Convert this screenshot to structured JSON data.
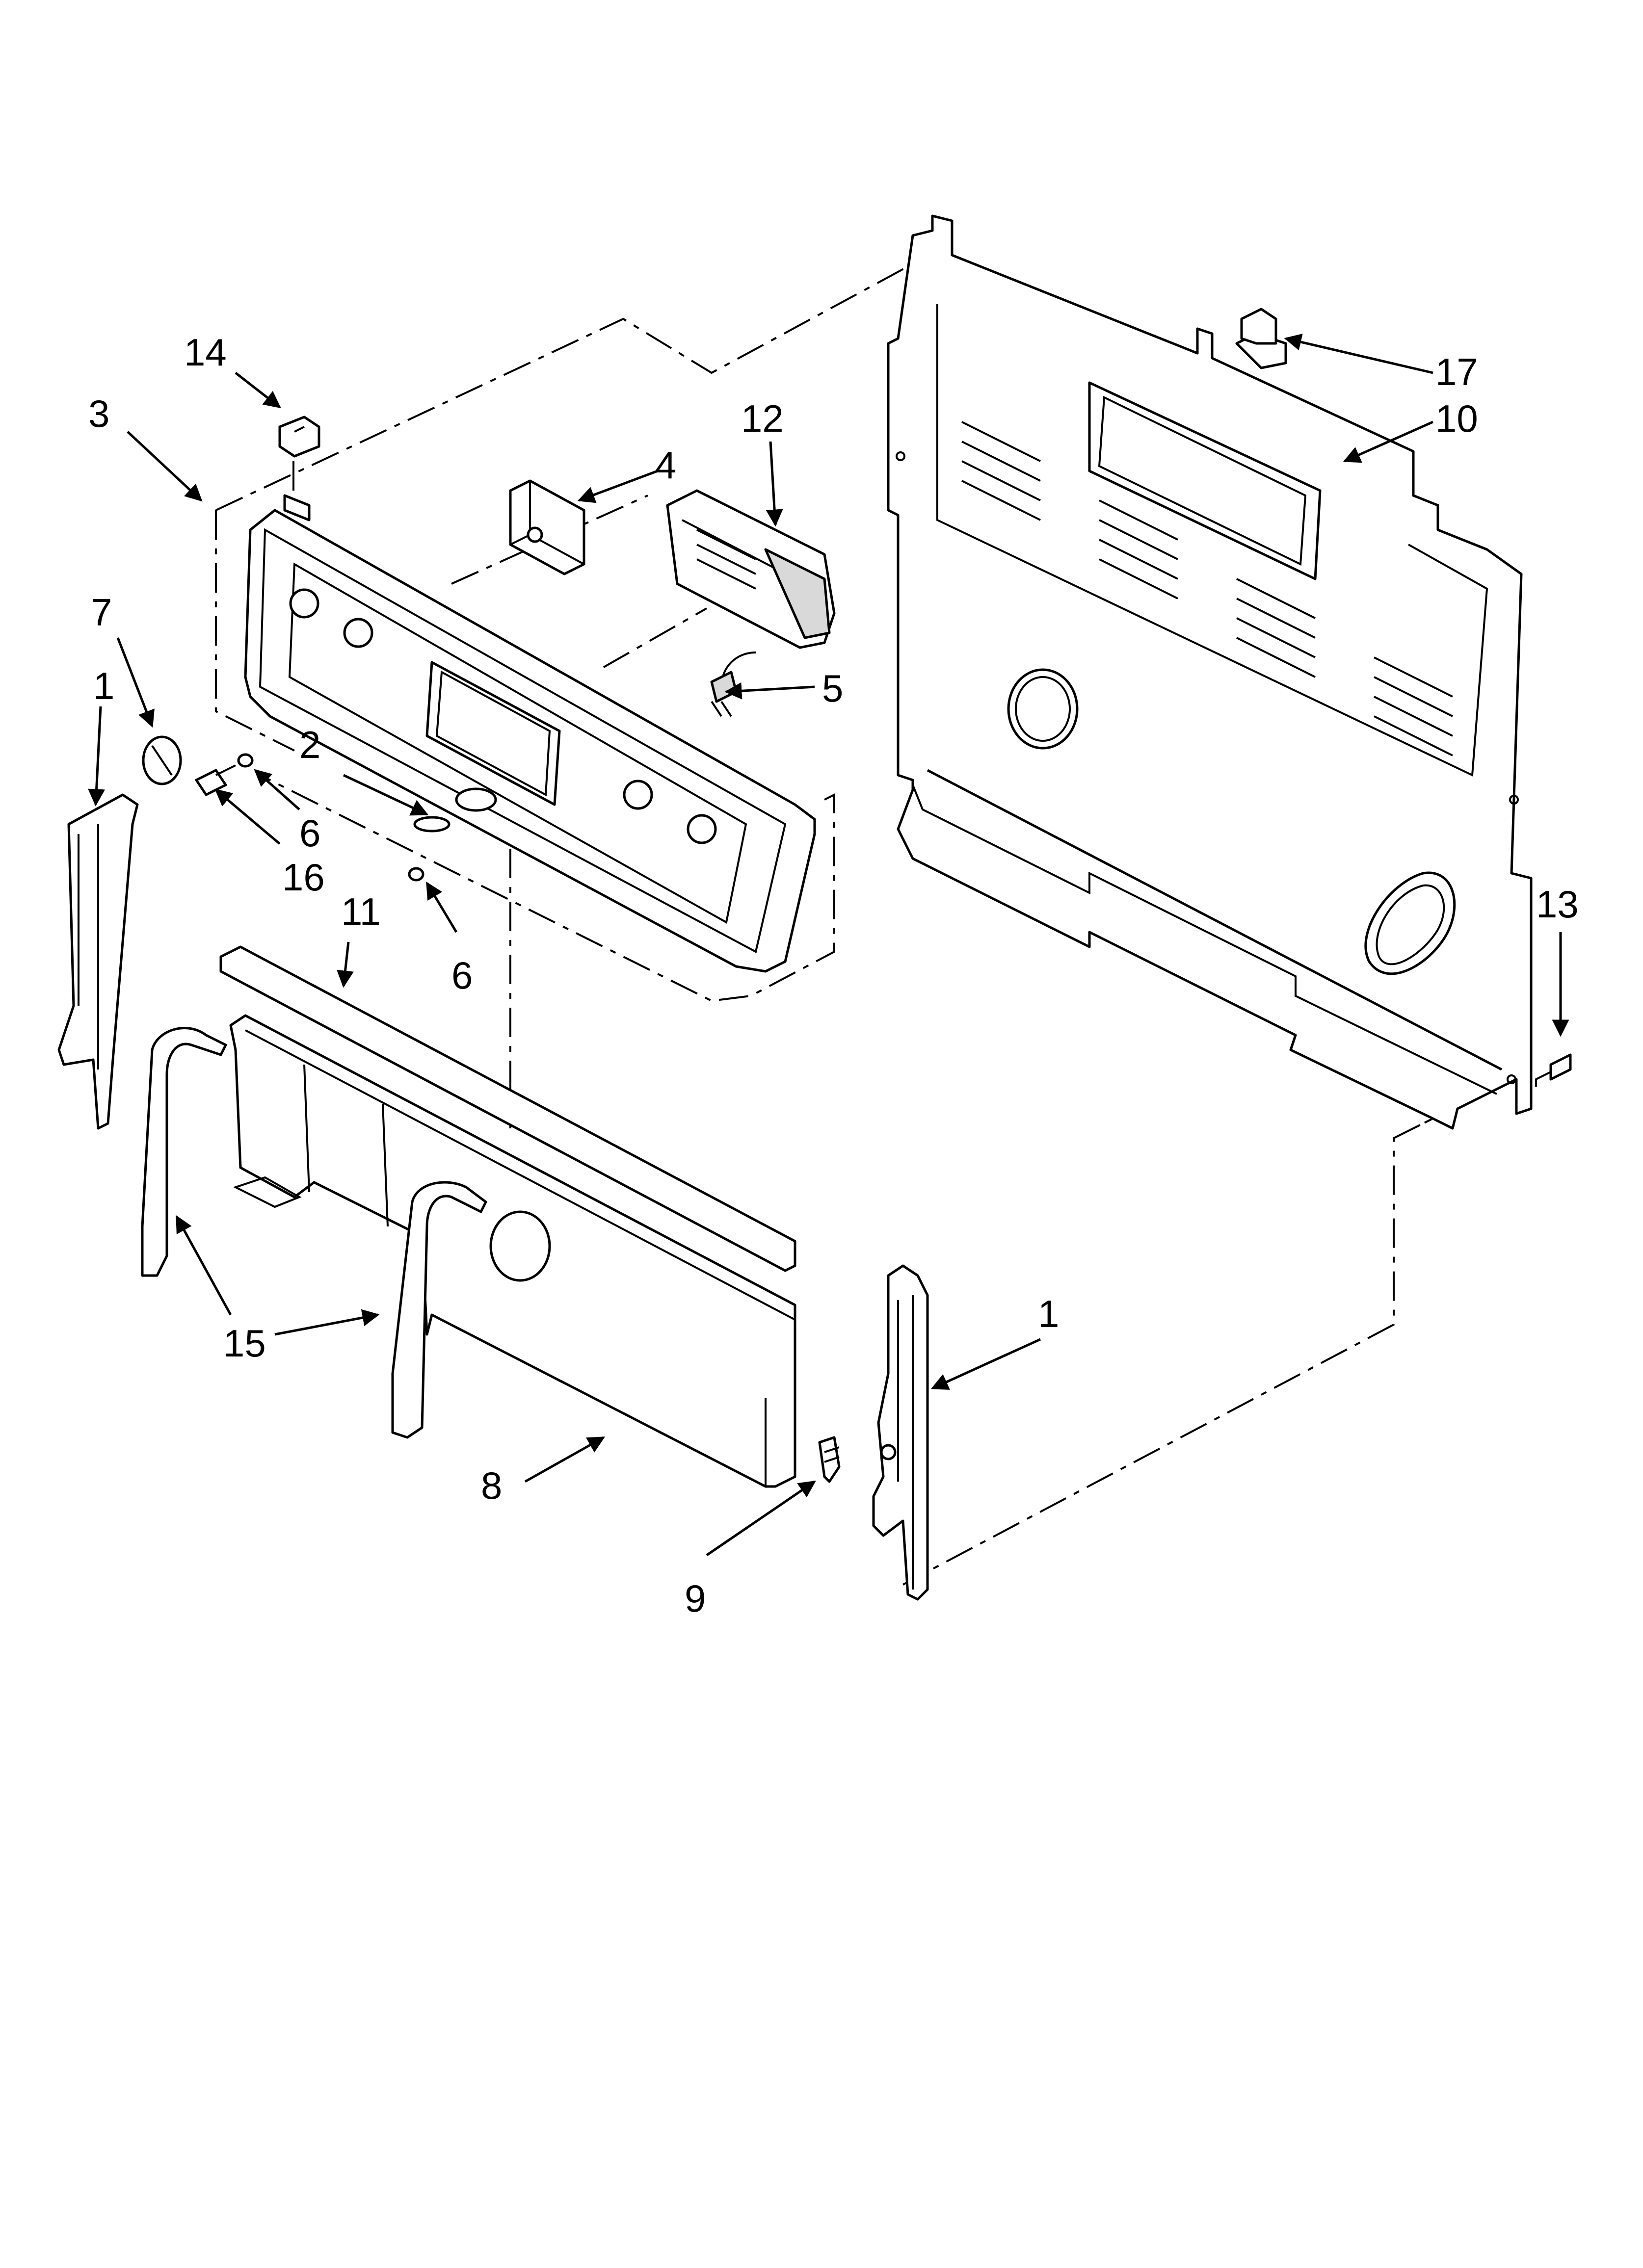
{
  "callouts": [
    {
      "id": "c14",
      "text": "14"
    },
    {
      "id": "c3",
      "text": "3"
    },
    {
      "id": "c12",
      "text": "12"
    },
    {
      "id": "c4",
      "text": "4"
    },
    {
      "id": "c17",
      "text": "17"
    },
    {
      "id": "c10",
      "text": "10"
    },
    {
      "id": "c7",
      "text": "7"
    },
    {
      "id": "c1a",
      "text": "1"
    },
    {
      "id": "c5",
      "text": "5"
    },
    {
      "id": "c2",
      "text": "2"
    },
    {
      "id": "c6a",
      "text": "6"
    },
    {
      "id": "c16",
      "text": "16"
    },
    {
      "id": "c11",
      "text": "11"
    },
    {
      "id": "c6b",
      "text": "6"
    },
    {
      "id": "c13",
      "text": "13"
    },
    {
      "id": "c15",
      "text": "15"
    },
    {
      "id": "c1b",
      "text": "1"
    },
    {
      "id": "c8",
      "text": "8"
    },
    {
      "id": "c9",
      "text": "9"
    }
  ]
}
